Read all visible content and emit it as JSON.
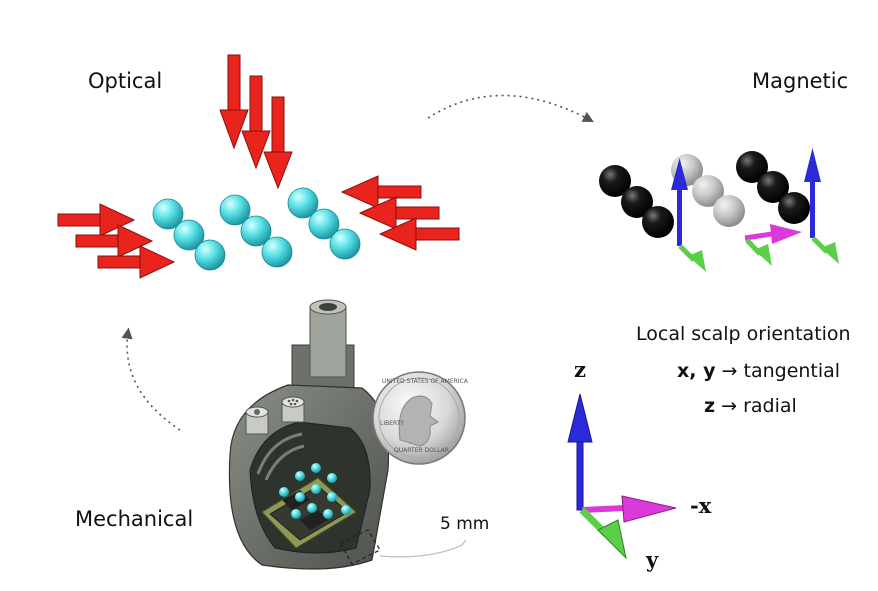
{
  "labels": {
    "optical": "Optical",
    "magnetic": "Magnetic",
    "mechanical": "Mechanical",
    "scale": "5 mm"
  },
  "orientation": {
    "title": "Local scalp orientation",
    "line1_axes": "x, y",
    "line1_arrow": "→",
    "line1_text": "tangential",
    "line2_axes": "z",
    "line2_arrow": "→",
    "line2_text": "radial"
  },
  "axes": {
    "z": "z",
    "neg_x": "-x",
    "y": "y"
  },
  "coin": {
    "top_text": "UNITED STATES OF AMERICA",
    "left_text": "LIBERTY",
    "bottom_text": "QUARTER DOLLAR"
  },
  "colors": {
    "arrow_red": "#e8241c",
    "bead_cyan": "#5fe3e8",
    "axis_blue": "#2a2ad8",
    "axis_magenta": "#d93ad9",
    "axis_green": "#5ccf4a"
  }
}
